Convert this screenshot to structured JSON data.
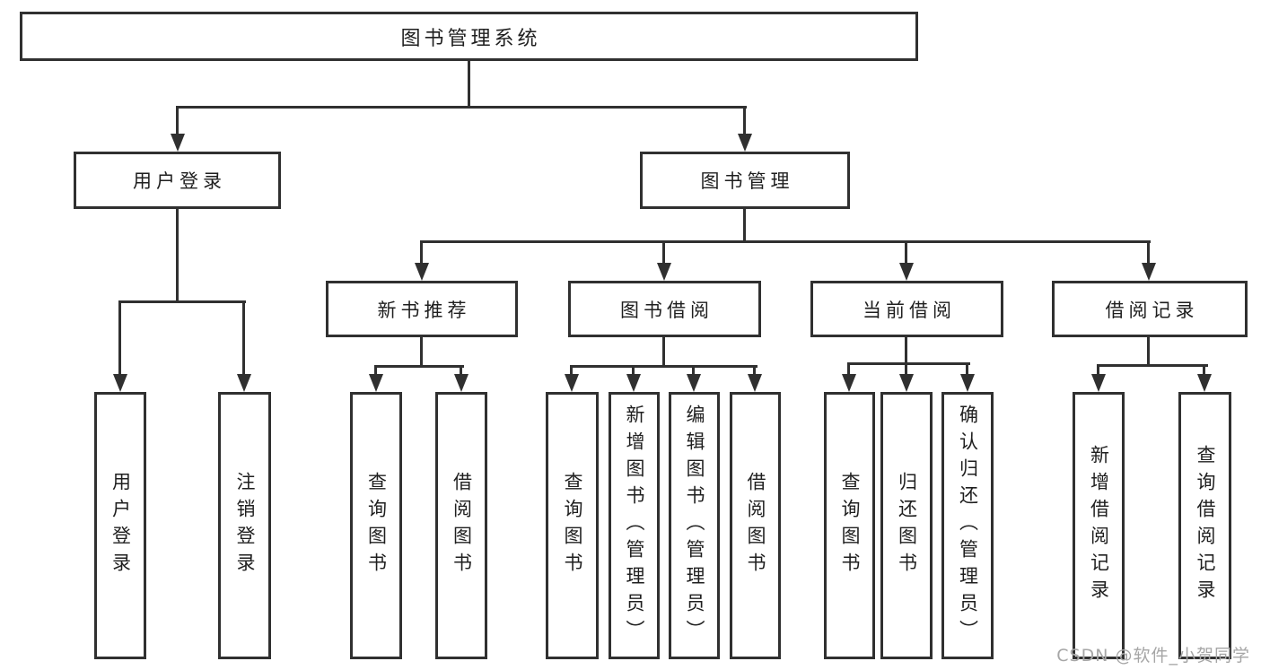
{
  "tree": {
    "root": {
      "label": "图书管理系统",
      "children": [
        {
          "label": "用户登录",
          "children": [
            {
              "label": "用户登录"
            },
            {
              "label": "注销登录"
            }
          ]
        },
        {
          "label": "图书管理",
          "children": [
            {
              "label": "新书推荐",
              "children": [
                {
                  "label": "查询图书"
                },
                {
                  "label": "借阅图书"
                }
              ]
            },
            {
              "label": "图书借阅",
              "children": [
                {
                  "label": "查询图书"
                },
                {
                  "label": "新增图书（管理员）"
                },
                {
                  "label": "编辑图书（管理员）"
                },
                {
                  "label": "借阅图书"
                }
              ]
            },
            {
              "label": "当前借阅",
              "children": [
                {
                  "label": "查询图书"
                },
                {
                  "label": "归还图书"
                },
                {
                  "label": "确认归还（管理员）"
                }
              ]
            },
            {
              "label": "借阅记录",
              "children": [
                {
                  "label": "新增借阅记录"
                },
                {
                  "label": "查询借阅记录"
                }
              ]
            }
          ]
        }
      ]
    }
  },
  "watermark": {
    "text": "CSDN @软件_小贺同学"
  },
  "colors": {
    "line": "#303030",
    "text": "#1f1f1f",
    "box_bg": "#ffffff",
    "background": "#ffffff",
    "watermark": "#a6a6a6"
  }
}
